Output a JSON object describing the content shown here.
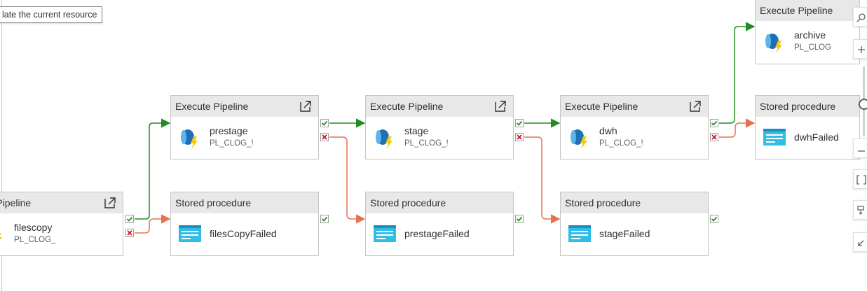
{
  "tooltip": "late the current resource",
  "colors": {
    "success": "#228b22",
    "failure": "#e8704e",
    "header_bg": "#e8e8e8",
    "pipeline_blue": "#1f6fb6",
    "bolt_yellow": "#f2c811",
    "sproc_blue": "#32bde6"
  },
  "nodes": {
    "filescopy": {
      "type": "ute Pipeline",
      "name": "filescopy",
      "sub": "PL_CLOG_"
    },
    "prestage": {
      "type": "Execute Pipeline",
      "name": "prestage",
      "sub": "PL_CLOG_!"
    },
    "stage": {
      "type": "Execute Pipeline",
      "name": "stage",
      "sub": "PL_CLOG_!"
    },
    "dwh": {
      "type": "Execute Pipeline",
      "name": "dwh",
      "sub": "PL_CLOG_!"
    },
    "archive": {
      "type": "Execute Pipeline",
      "name": "archive",
      "sub": "PL_CLOG"
    },
    "filesCopyFailed": {
      "type": "Stored procedure",
      "name": "filesCopyFailed"
    },
    "prestageFailed": {
      "type": "Stored procedure",
      "name": "prestageFailed"
    },
    "stageFailed": {
      "type": "Stored procedure",
      "name": "stageFailed"
    },
    "dwhFailed": {
      "type": "Stored procedure",
      "name": "dwhFailed"
    }
  },
  "toolbar": [
    "search-icon",
    "zoom-icon",
    "minus-icon",
    "fit-icon",
    "auto-align-icon",
    "collapse-icon"
  ]
}
